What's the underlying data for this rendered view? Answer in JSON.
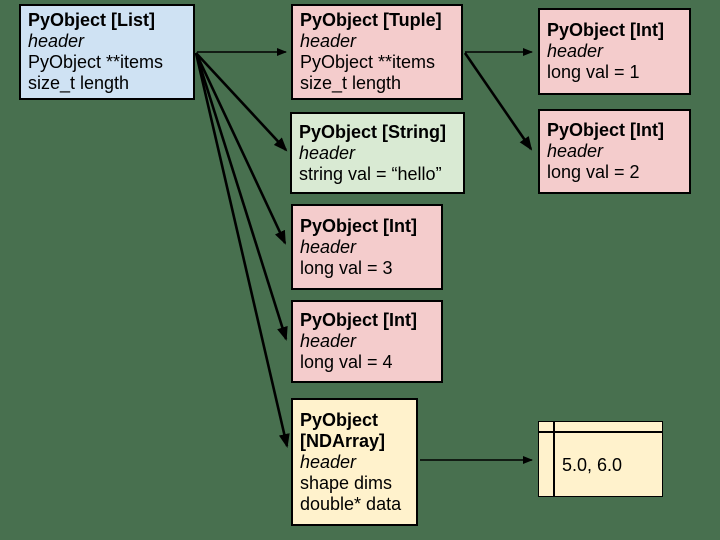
{
  "palette": {
    "background": "#48704F",
    "node_blue": "#cfe2f3",
    "node_pink": "#f4cccc",
    "node_green": "#d9ead3",
    "node_yellow": "#fff2cc",
    "border": "#000000",
    "arrow": "#000000",
    "text": "#000000"
  },
  "nodes": {
    "list": {
      "title": "PyObject [List]",
      "header": "header",
      "fields": [
        "PyObject **items",
        "size_t length"
      ]
    },
    "tuple": {
      "title": "PyObject [Tuple]",
      "header": "header",
      "fields": [
        "PyObject **items",
        "size_t length"
      ]
    },
    "int1": {
      "title": "PyObject [Int]",
      "header": "header",
      "fields": [
        "long val = 1"
      ]
    },
    "int2": {
      "title": "PyObject [Int]",
      "header": "header",
      "fields": [
        "long val = 2"
      ]
    },
    "string": {
      "title": "PyObject [String]",
      "header": "header",
      "fields": [
        "string val = “hello”"
      ]
    },
    "int3": {
      "title": "PyObject [Int]",
      "header": "header",
      "fields": [
        "long val = 3"
      ]
    },
    "int4": {
      "title": "PyObject [Int]",
      "header": "header",
      "fields": [
        "long val = 4"
      ]
    },
    "ndarray": {
      "title": "PyObject [NDArray]",
      "header": "header",
      "fields": [
        "shape dims",
        "double* data"
      ]
    },
    "array_cell": {
      "value": "5.0, 6.0"
    }
  },
  "edges": [
    {
      "from": "list",
      "to": "tuple"
    },
    {
      "from": "list",
      "to": "string"
    },
    {
      "from": "list",
      "to": "int3"
    },
    {
      "from": "list",
      "to": "int4"
    },
    {
      "from": "list",
      "to": "ndarray"
    },
    {
      "from": "tuple",
      "to": "int1"
    },
    {
      "from": "tuple",
      "to": "int2"
    },
    {
      "from": "ndarray",
      "to": "array_cell"
    }
  ]
}
